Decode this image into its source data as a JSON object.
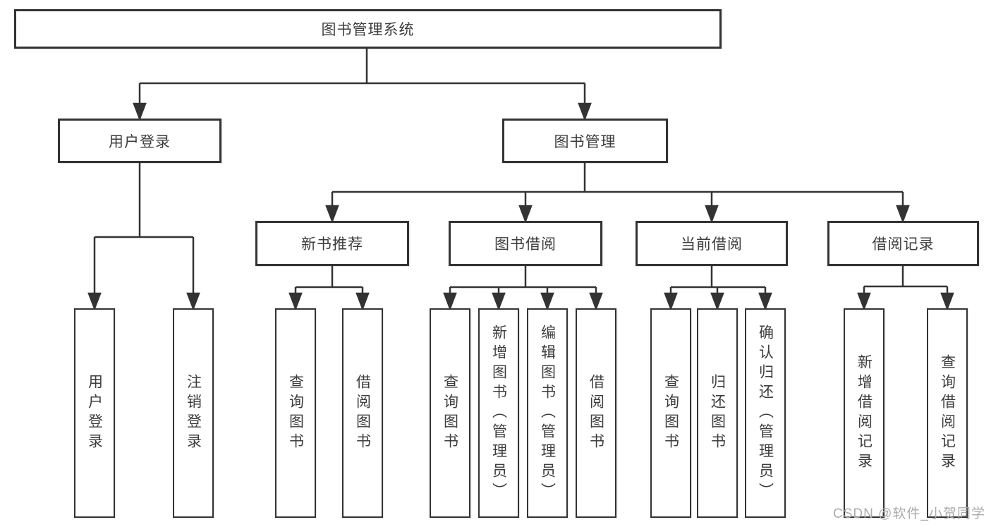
{
  "tree": {
    "root": {
      "label": "图书管理系统"
    },
    "children": [
      {
        "label": "用户登录",
        "children": [
          {
            "label": "用户登录"
          },
          {
            "label": "注销登录"
          }
        ]
      },
      {
        "label": "图书管理",
        "children": [
          {
            "label": "新书推荐",
            "children": [
              {
                "label": "查询图书"
              },
              {
                "label": "借阅图书"
              }
            ]
          },
          {
            "label": "图书借阅",
            "children": [
              {
                "label": "查询图书"
              },
              {
                "label": "新增图书（管理员）"
              },
              {
                "label": "编辑图书（管理员）"
              },
              {
                "label": "借阅图书"
              }
            ]
          },
          {
            "label": "当前借阅",
            "children": [
              {
                "label": "查询图书"
              },
              {
                "label": "归还图书"
              },
              {
                "label": "确认归还（管理员）"
              }
            ]
          },
          {
            "label": "借阅记录",
            "children": [
              {
                "label": "新增借阅记录"
              },
              {
                "label": "查询借阅记录"
              }
            ]
          }
        ]
      }
    ]
  },
  "colors": {
    "line": "#333333",
    "border": "#333333",
    "text": "#3d3d3d",
    "watermark": "#ababab"
  },
  "watermark": {
    "text": "CSDN @软件_小贺同学"
  }
}
